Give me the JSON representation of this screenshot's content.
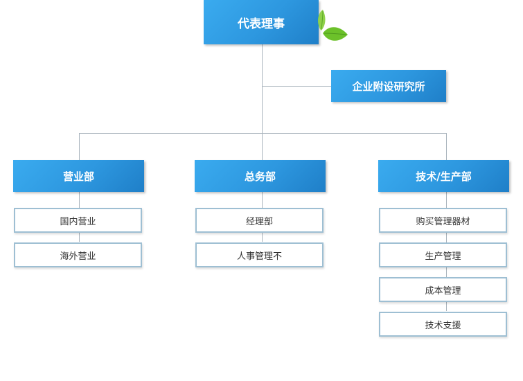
{
  "org": {
    "ceo": "代表理事",
    "rnd": "企业附设研究所",
    "departments": [
      {
        "label": "营业部",
        "subs": [
          "国内营业",
          "海外营业"
        ]
      },
      {
        "label": "总务部",
        "subs": [
          "经理部",
          "人事管理不"
        ]
      },
      {
        "label": "技术/生产部",
        "subs": [
          "购买管理器材",
          "生产管理",
          "成本管理",
          "技术支援"
        ]
      }
    ]
  },
  "colors": {
    "box_blue": "#2d97df",
    "sub_border": "#9ebfd3",
    "connector": "#a9b4bd",
    "leaf_green": "#6cc12a"
  }
}
